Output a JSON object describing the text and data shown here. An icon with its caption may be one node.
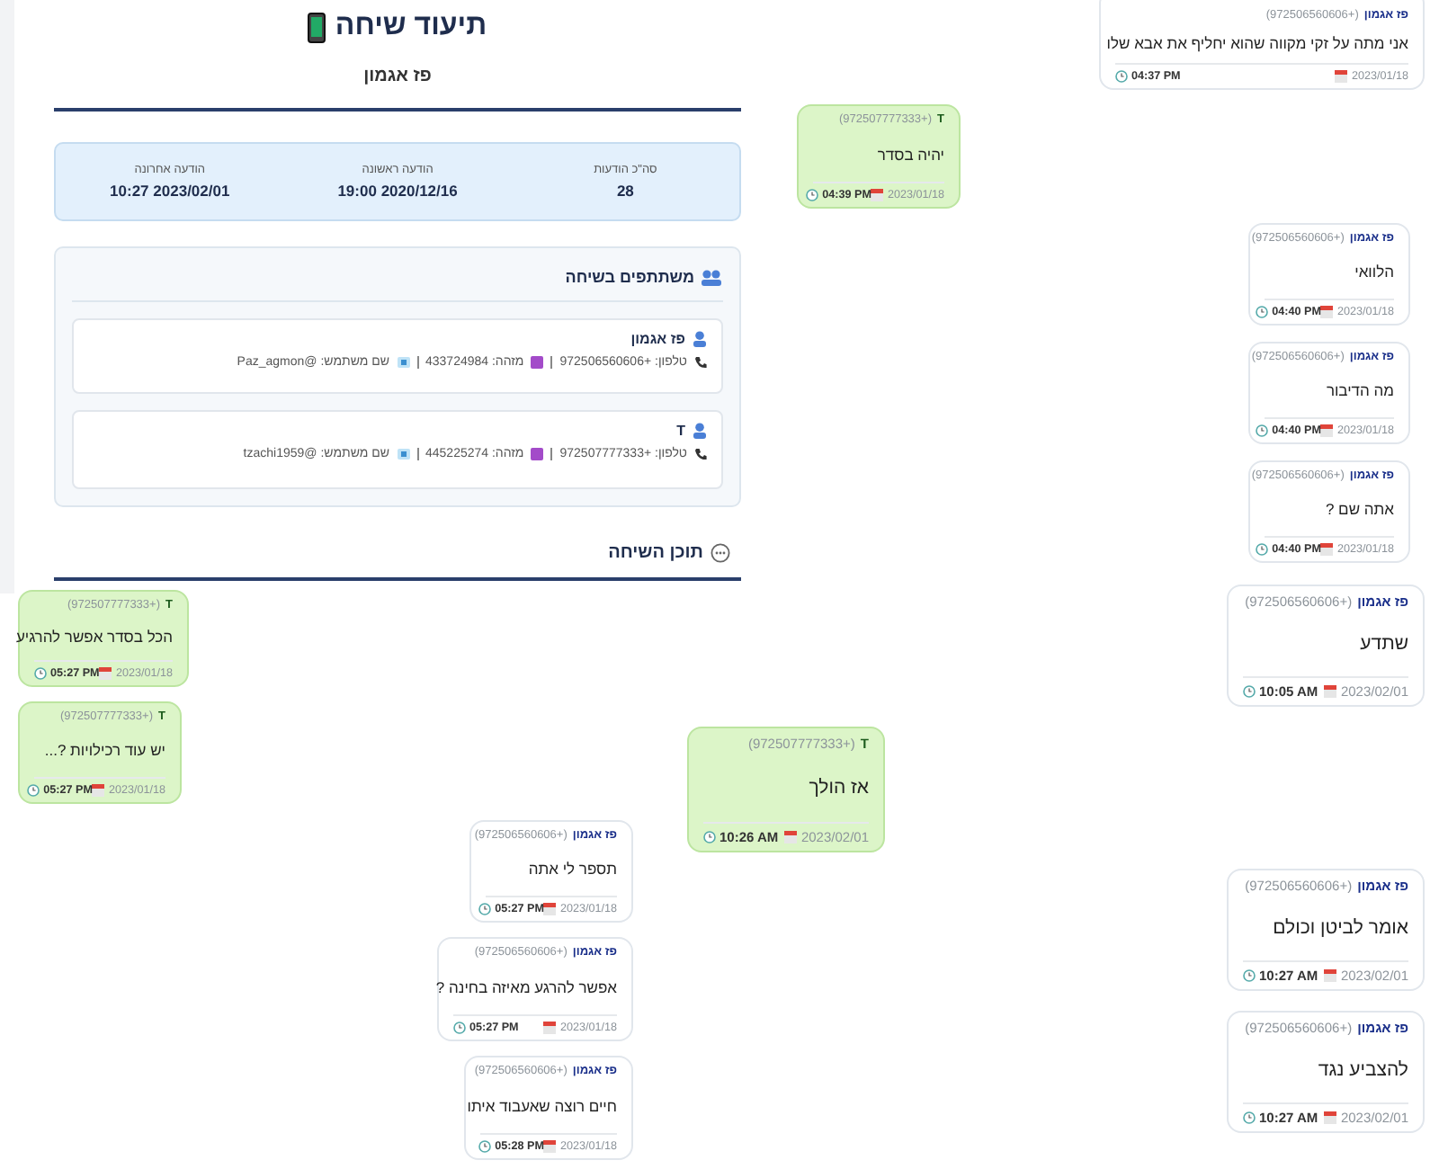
{
  "diagram": {
    "title": "תיעוד שיחה",
    "nodes": [
      {
        "text": [
          "סה\"כ הודעות",
          "28",
          "הודעה ראשונה",
          "2020/12/16 19:00",
          "הודעה אחרונה",
          "2023/02/01 10:27"
        ]
      },
      {
        "text": [
          "משתתפים בשיחה"
        ]
      },
      {
        "text": [
          "פז אגמון",
          "טלפון: +972506560606",
          "מזהה: 433724984",
          "שם משתמש: @Paz_agmon"
        ],
        "in": 1
      },
      {
        "text": [
          "T",
          "טלפון: +972507777333",
          "מזהה: 445225274",
          "שם משתמש: @tzachi1959"
        ],
        "in": 1
      },
      {
        "text": [
          "פז אגמון",
          "(+972506560606)",
          "אני מתה על זקי מקווה שהוא יחליף את אבא שלו",
          "04:37 PM",
          "2023/01/18"
        ]
      },
      {
        "text": [
          "T",
          "(+972507777333)",
          "יהיה בסדר",
          "04:39 PM",
          "2023/01/18"
        ]
      },
      {
        "text": [
          "פז אגמון",
          "(+972506560606)",
          "הלוואי",
          "04:40 PM",
          "2023/01/18"
        ]
      },
      {
        "text": [
          "פז אגמון",
          "(+972506560606)",
          "מה הדיבור",
          "04:40 PM",
          "2023/01/18"
        ]
      },
      {
        "text": [
          "פז אגמון",
          "(+972506560606)",
          "אתה שם ?",
          "04:40 PM",
          "2023/01/18"
        ]
      },
      {
        "text": [
          "T",
          "(+972507777333)",
          "הכל בסדר אפשר להרגיע",
          "05:27 PM",
          "2023/01/18"
        ]
      },
      {
        "text": [
          "T",
          "(+972507777333)",
          "יש עוד רכילויות ?...",
          "05:27 PM",
          "2023/01/18"
        ]
      },
      {
        "text": [
          "פז אגמון",
          "(+972506560606)",
          "תספר לי אתה",
          "05:27 PM",
          "2023/01/18"
        ]
      },
      {
        "text": [
          "פז אגמון",
          "(+972506560606)",
          "אפשר להרגע מאיזה בחינה ?",
          "05:27 PM",
          "2023/01/18"
        ]
      },
      {
        "text": [
          "פז אגמון",
          "(+972506560606)",
          "חיים רוצה שאעבוד איתו",
          "05:28 PM",
          "2023/01/18"
        ]
      },
      {
        "text": [
          "פז אגמון",
          "(+972506560606)",
          "שתדע",
          "10:05 AM",
          "2023/02/01"
        ]
      },
      {
        "text": [
          "T",
          "(+972507777333)",
          "אז הולך",
          "10:26 AM",
          "2023/02/01"
        ]
      },
      {
        "text": [
          "פז אגמון",
          "(+972506560606)",
          "אומר לביטן וכולם",
          "10:27 AM",
          "2023/02/01"
        ]
      },
      {
        "text": [
          "פז אגמון",
          "(+972506560606)",
          "להצביע נגד",
          "10:27 AM",
          "2023/02/01"
        ]
      }
    ],
    "labels": [
      "פז אגמון",
      "תוכן השיחה"
    ]
  }
}
